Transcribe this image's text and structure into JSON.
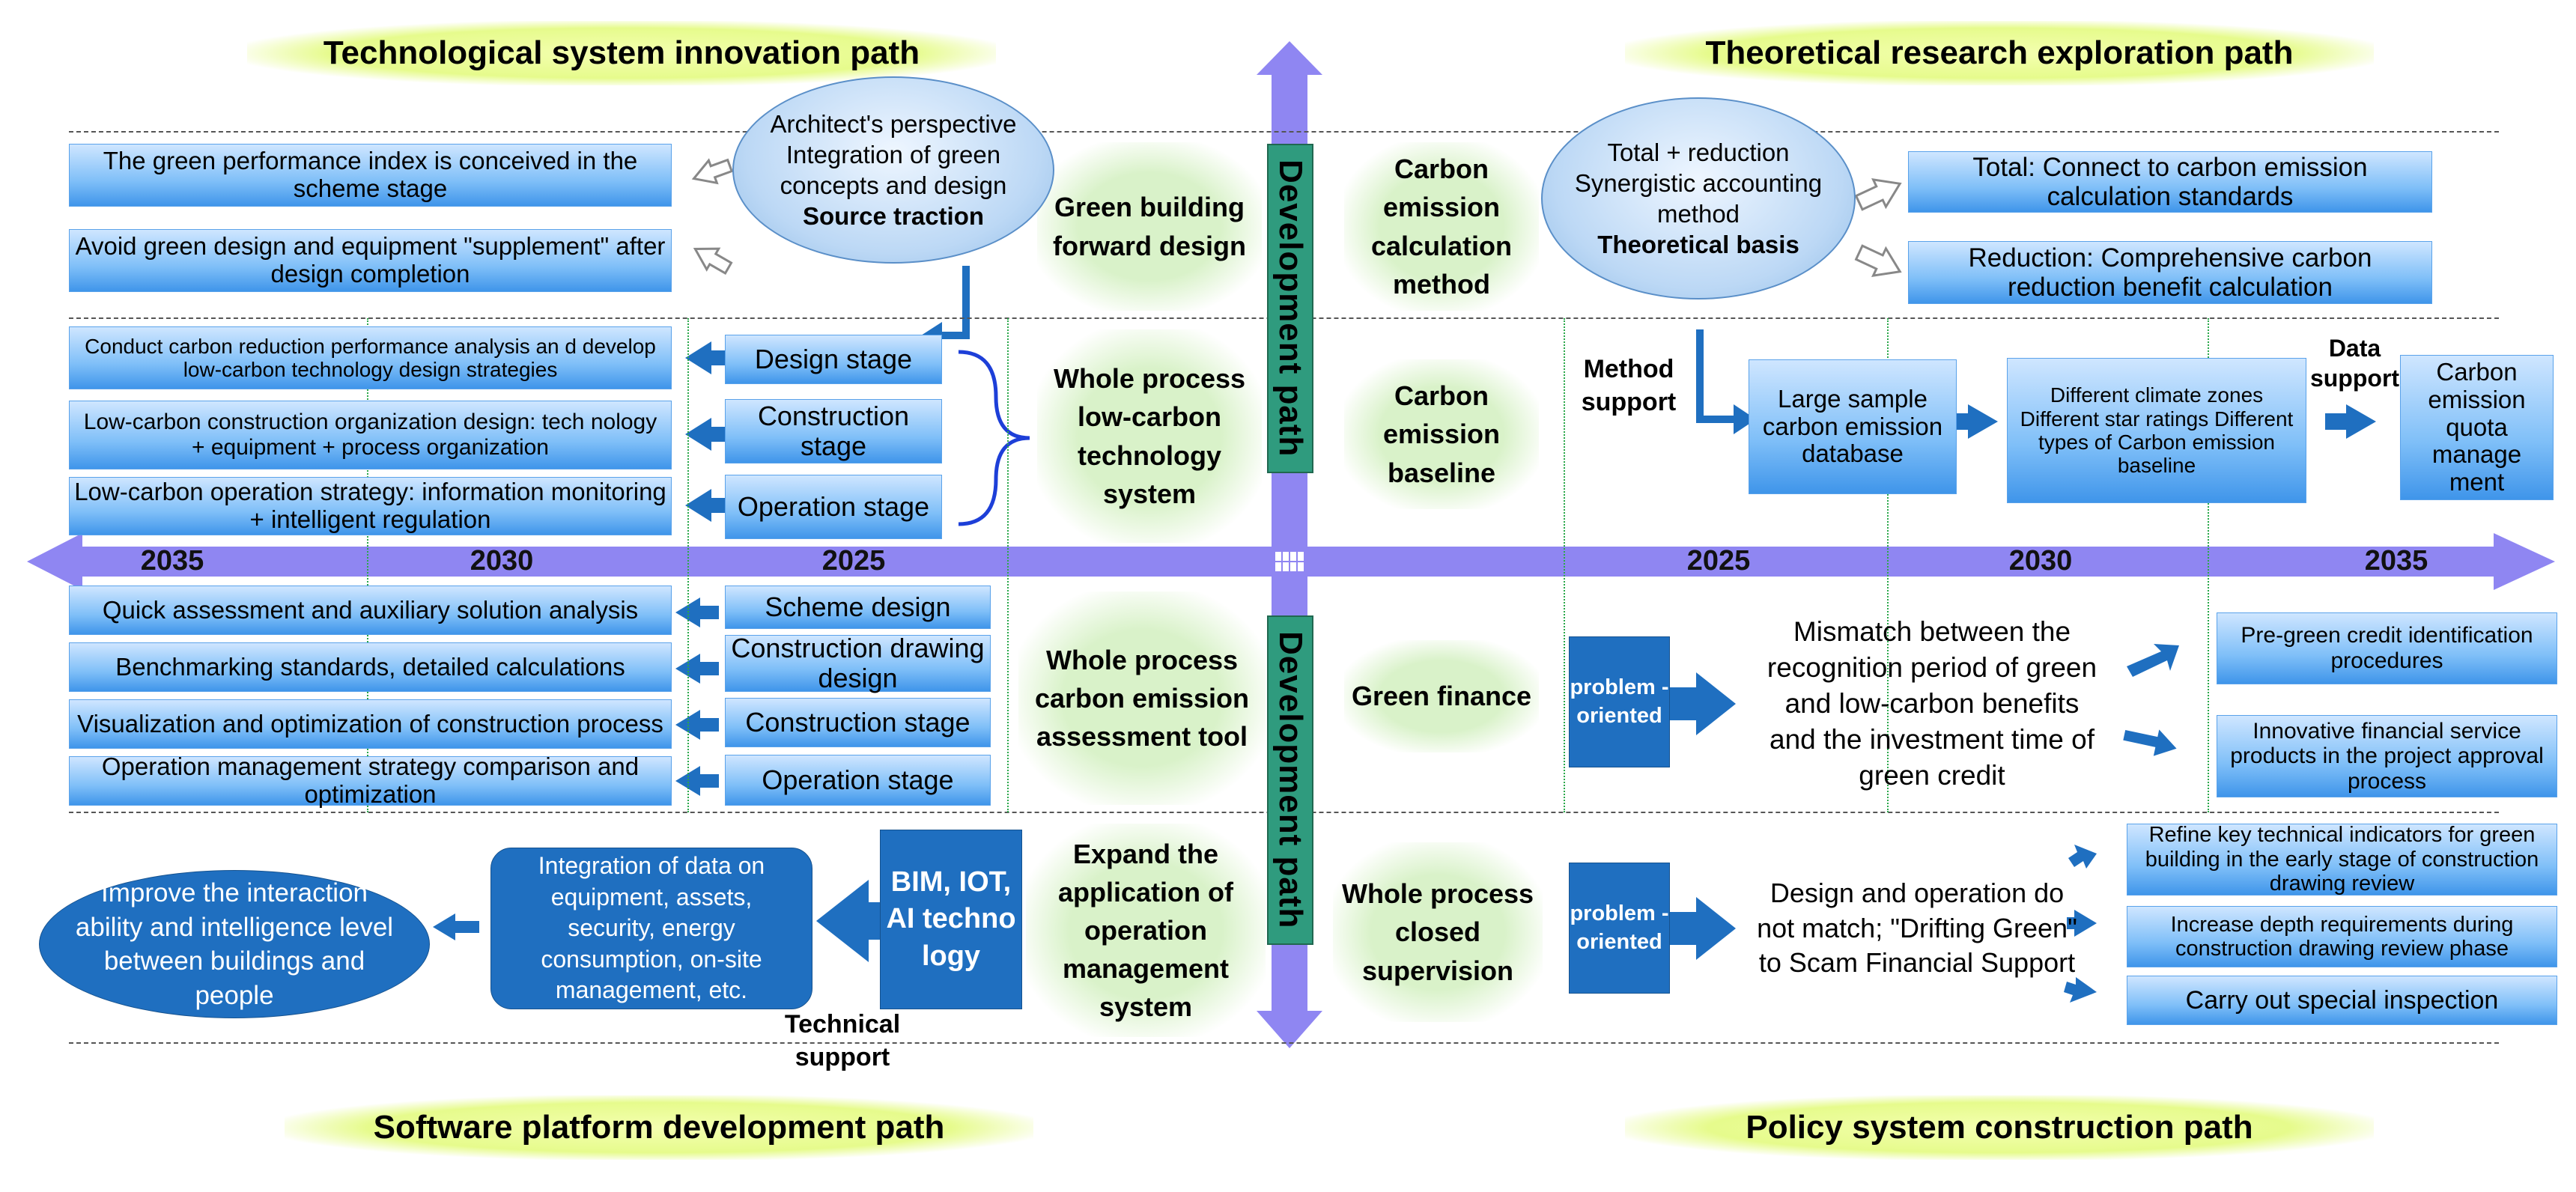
{
  "quadrant_titles": {
    "top_left": "Technological system innovation path",
    "top_right": "Theoretical research exploration path",
    "bottom_left": "Software platform development path",
    "bottom_right": "Policy system construction path"
  },
  "axis": {
    "dev_path": "Development path",
    "years_left": [
      "2035",
      "2030",
      "2025"
    ],
    "years_right": [
      "2025",
      "2030",
      "2035"
    ]
  },
  "center_labels": {
    "green_building": "Green building forward design",
    "whole_process_lowcarbon": "Whole process low-carbon technology system",
    "assessment_tool": "Whole process carbon emission assessment tool",
    "operation_system": "Expand the application of operation management system",
    "calc_method": "Carbon emission calculation method",
    "baseline": "Carbon emission baseline",
    "green_finance": "Green finance",
    "supervision": "Whole process closed supervision"
  },
  "tl": {
    "ellipse_line1": "Architect's perspective",
    "ellipse_line2": "Integration of green concepts and design",
    "ellipse_bold": "Source traction",
    "box1": "The green performance index is conceived in the scheme stage",
    "box2": "Avoid green design and equipment \"supplement\" after design completion",
    "stages": [
      "Design stage",
      "Construction stage",
      "Operation stage"
    ],
    "strategies": [
      "Conduct carbon reduction performance analysis an d develop low-carbon technology design strategies",
      "Low-carbon construction organization design: tech nology + equipment + process organization",
      "Low-carbon operation strategy: information monitoring + intelligent regulation"
    ]
  },
  "tr": {
    "ellipse_line1": "Total + reduction Synergistic accounting method",
    "ellipse_bold": "Theoretical basis",
    "total": "Total: Connect to carbon emission calculation standards",
    "reduction": "Reduction: Comprehensive carbon reduction benefit calculation",
    "method_support": "Method support",
    "database": "Large sample carbon emission database",
    "climate": "Different climate zones Different star ratings Different types of Carbon emission baseline",
    "data_support": "Data support",
    "quota": "Carbon emission quota manage ment"
  },
  "bl": {
    "tool_stages": [
      "Scheme design",
      "Construction drawing design",
      "Construction stage",
      "Operation stage"
    ],
    "tool_items": [
      "Quick assessment and auxiliary solution analysis",
      "Benchmarking standards, detailed calculations",
      "Visualization and optimization of construction process",
      "Operation management strategy comparison and optimization"
    ],
    "tech": "BIM, IOT, AI techno logy",
    "integration": "Integration of data on equipment, assets, security, energy consumption, on-site management, etc.",
    "interaction": "Improve the interaction ability and intelligence level between buildings and people",
    "tech_support": "Technical support"
  },
  "br": {
    "problem_oriented": "problem - oriented",
    "mismatch": "Mismatch between the recognition period of green and low-carbon benefits and the investment time of green credit",
    "pre_green": "Pre-green credit identification procedures",
    "innovative": "Innovative financial service products in the project approval process",
    "design_op": "Design and operation do not match; \"Drifting Green\" to Scam Financial Support",
    "refine": "Refine key technical indicators for green building in the early stage of construction drawing review",
    "increase": "Increase depth requirements during construction drawing review phase",
    "inspection": "Carry out special inspection"
  },
  "colors": {
    "axis": "#8f86f2",
    "blue_box": "#7fbff8",
    "dark_box": "#1f6fc0",
    "green_box": "#d9f2c9",
    "title": "#e6fb8c",
    "dev_path": "#2f9b7e"
  }
}
